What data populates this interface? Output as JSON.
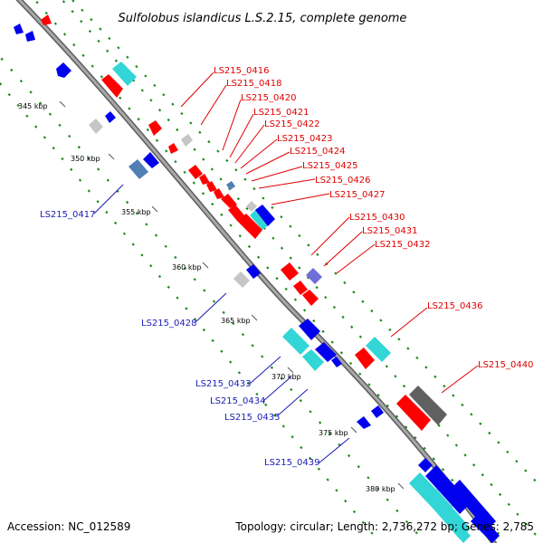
{
  "title": "Sulfolobus islandicus L.S.2.15, complete genome",
  "accession_text": "Accession: NC_012589",
  "topology_text": "Topology: circular; Length: 2,736,272 bp; Genes: 2,785",
  "colors": {
    "forward_label": "#e00000",
    "reverse_label": "#1c1cb4",
    "backbone": "#9a9a9a",
    "dots": "#1f8a1f",
    "gene_red": "#ff0000",
    "gene_blue": "#0000ee",
    "gene_cyan": "#33d6d6",
    "gene_gray": "#c6c6c6",
    "gene_dark": "#606060",
    "gene_steel": "#4f7fb5",
    "gene_purple": "#6f6fd8"
  },
  "ticks": [
    "345 kbp",
    "350 kbp",
    "355 kbp",
    "360 kbp",
    "365 kbp",
    "370 kbp",
    "375 kbp",
    "380 kbp"
  ],
  "forward_labels": [
    "LS215_0416",
    "LS215_0418",
    "LS215_0420",
    "LS215_0421",
    "LS215_0422",
    "LS215_0423",
    "LS215_0424",
    "LS215_0425",
    "LS215_0426",
    "LS215_0427",
    "LS215_0430",
    "LS215_0431",
    "LS215_0432",
    "LS215_0436",
    "LS215_0440"
  ],
  "reverse_labels": [
    "LS215_0417",
    "LS215_0428",
    "LS215_0433",
    "LS215_0434",
    "LS215_0435",
    "LS215_0439"
  ]
}
